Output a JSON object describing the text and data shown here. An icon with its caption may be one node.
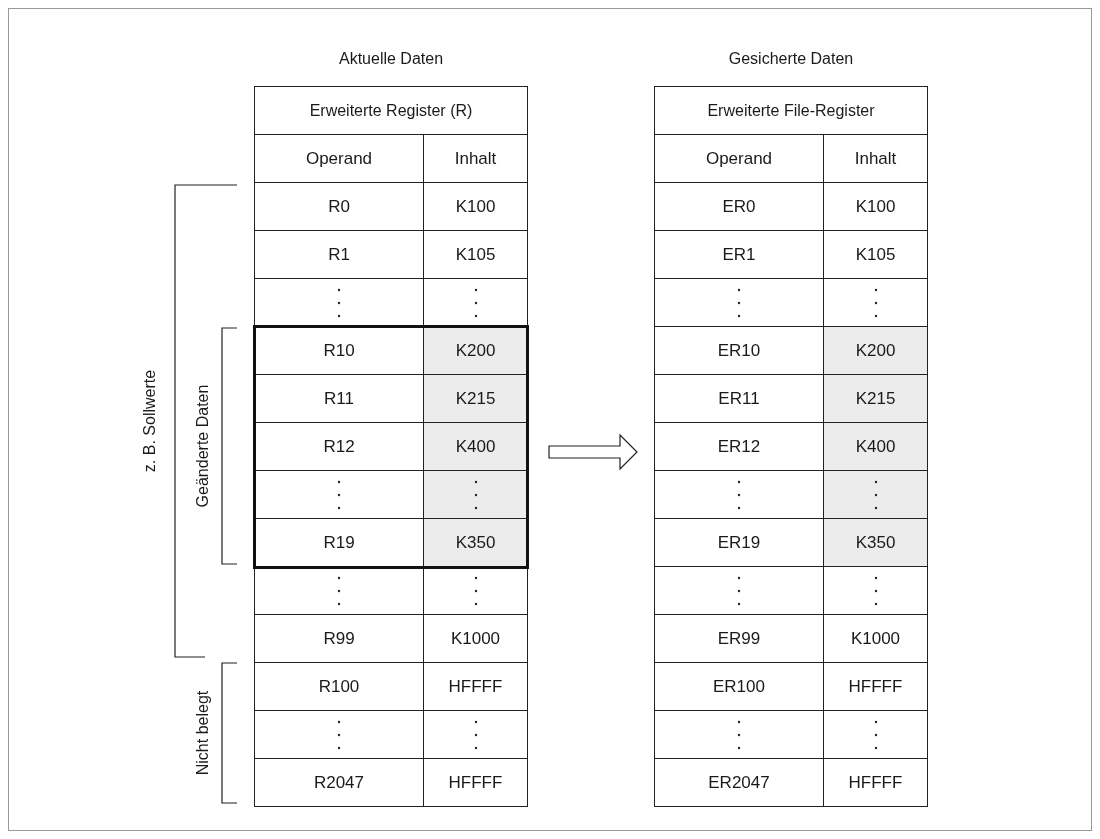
{
  "diagram": {
    "nodes": [
      {
        "text": [
          "Aktuelle Daten",
          "Erweiterte Register (R)"
        ]
      },
      {
        "text": [
          "Gesicherte Daten",
          "Erweiterte File-Register"
        ]
      }
    ],
    "edges": [
      {
        "from": 0,
        "to": 1,
        "arrow": "to"
      }
    ],
    "labels": [
      "Operand",
      "Inhalt",
      "R0",
      "K100",
      "R1",
      "K105",
      "R10",
      "K200",
      "R11",
      "K215",
      "R12",
      "K400",
      "R19",
      "K350",
      "R99",
      "K1000",
      "R100",
      "HFFFF",
      "R2047",
      "HFFFF",
      "Operand",
      "Inhalt",
      "ER0",
      "K100",
      "ER1",
      "K105",
      "ER10",
      "K200",
      "ER11",
      "K215",
      "ER12",
      "K400",
      "ER19",
      "K350",
      "ER99",
      "K1000",
      "ER100",
      "HFFFF",
      "ER2047",
      "HFFFF",
      "z. B. Sollwerte",
      "Geänderte Daten",
      "Nicht belegt"
    ]
  }
}
